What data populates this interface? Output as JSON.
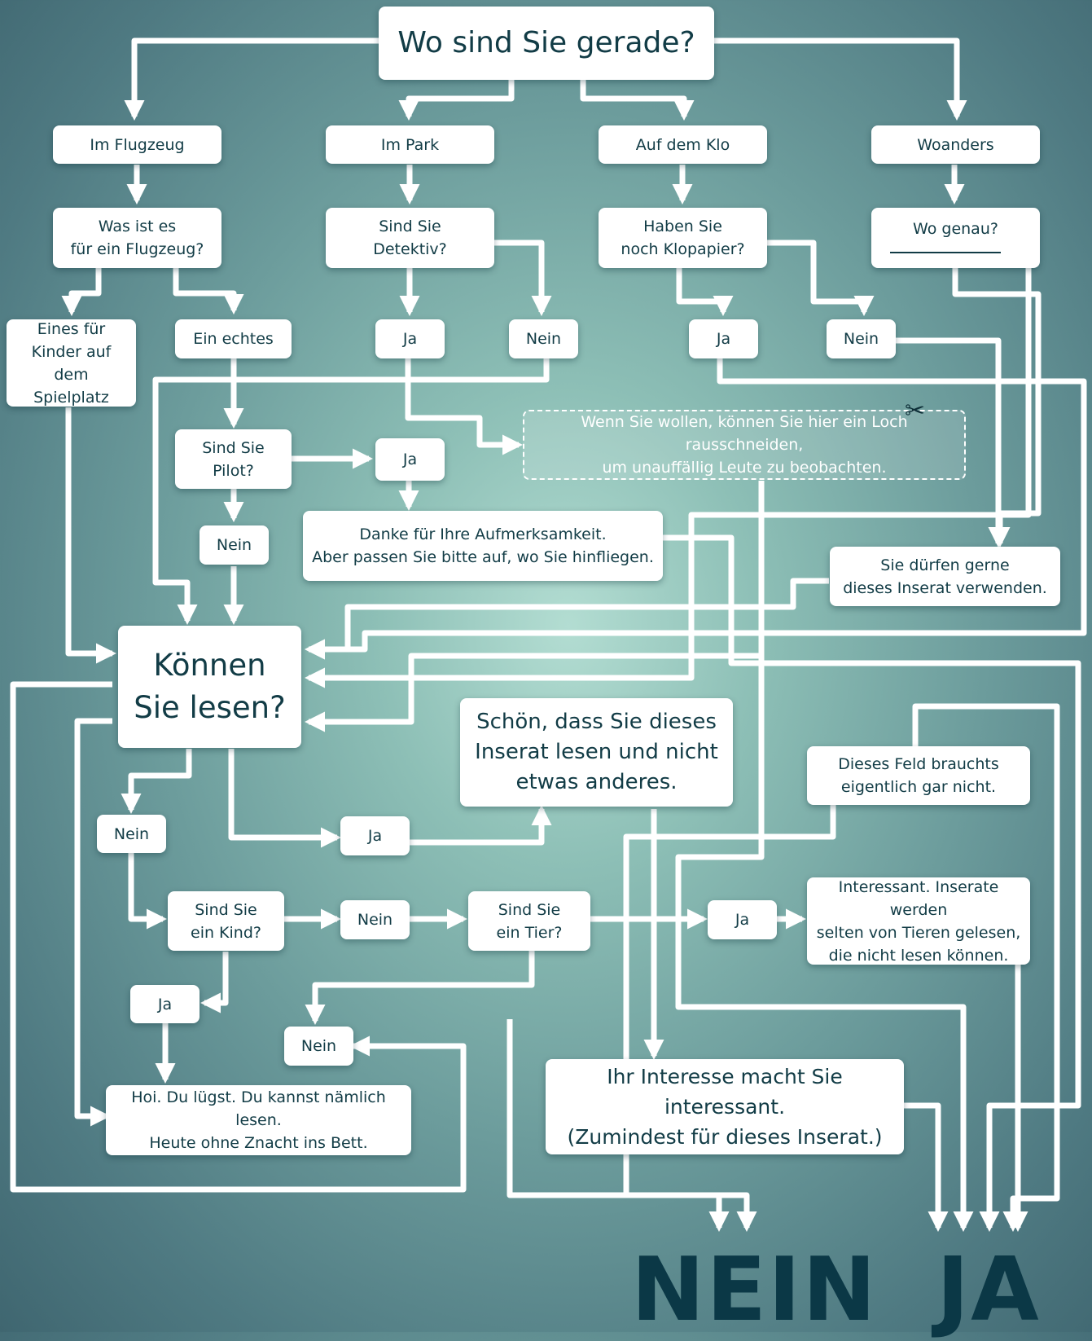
{
  "title": "Wo sind Sie gerade?",
  "locations": [
    "Im Flugzeug",
    "Im Park",
    "Auf dem Klo",
    "Woanders"
  ],
  "questions": {
    "flugzeug": "Was ist es\nfür ein Flugzeug?",
    "detektiv": "Sind Sie\nDetektiv?",
    "klopapier": "Haben Sie\nnoch Klopapier?",
    "wo_genau": "Wo genau?",
    "pilot": "Sind Sie\nPilot?",
    "lesen": "Können\nSie lesen?",
    "kind": "Sind Sie\nein Kind?",
    "tier": "Sind Sie\nein Tier?"
  },
  "options": {
    "eines_fuer_kinder": "Eines für\nKinder auf dem\nSpielplatz",
    "ein_echtes": "Ein echtes"
  },
  "answers": {
    "ja": "Ja",
    "nein": "Nein"
  },
  "messages": {
    "loch": "Wenn Sie wollen, können Sie hier ein Loch rausschneiden,\num unauffällig Leute zu beobachten.",
    "danke": "Danke für Ihre Aufmerksamkeit.\nAber passen Sie bitte auf, wo Sie hinfliegen.",
    "inserat_verwenden": "Sie dürfen gerne\ndieses Inserat verwenden.",
    "schoen": "Schön, dass Sie dieses\nInserat lesen und nicht\netwas anderes.",
    "feld": "Dieses Feld brauchts\neigentlich gar nicht.",
    "tiere": "Interessant. Inserate werden\nselten von Tieren gelesen,\ndie nicht lesen können.",
    "luegst": "Hoi. Du lügst. Du kannst nämlich lesen.\nHeute ohne Znacht ins Bett.",
    "interesse": "Ihr Interesse macht Sie interessant.\n(Zumindest für dieses Inserat.)"
  },
  "outcomes": {
    "nein": "NEIN",
    "ja": "JA"
  },
  "icons": {
    "cut_marker": "scissors-icon"
  },
  "colors": {
    "background_center": "#b3ddd2",
    "background_edge": "#3f6670",
    "box": "#ffffff",
    "text": "#123c46",
    "outcome_text": "#0b3846"
  }
}
